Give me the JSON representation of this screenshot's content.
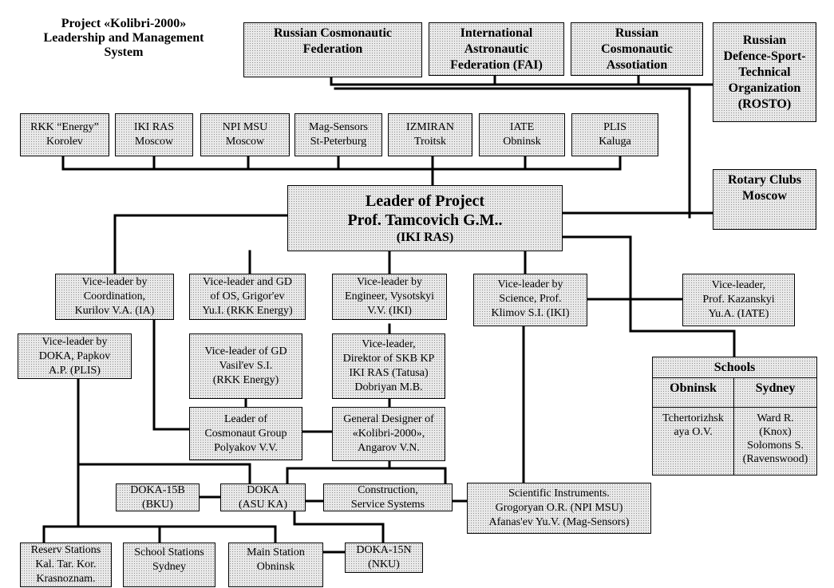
{
  "title": [
    "Project «Kolibri-2000»",
    "Leadership and Management",
    "System"
  ],
  "federations": {
    "rcf": [
      "Russian Cosmonautic",
      "Federation"
    ],
    "fai": [
      "International",
      "Astronautic",
      "Federation (FAI)"
    ],
    "rca": [
      "Russian",
      "Cosmonautic",
      "Assotiation"
    ],
    "rosto": [
      "Russian",
      "Defence-Sport-",
      "Technical",
      "Organization",
      "(ROSTO)"
    ]
  },
  "institutes": {
    "energy": [
      "RKK “Energy”",
      "Korolev"
    ],
    "iki": [
      "IKI RAS",
      "Moscow"
    ],
    "npi": [
      "NPI MSU",
      "Moscow"
    ],
    "mag": [
      "Mag-Sensors",
      "St-Peterburg"
    ],
    "izmiran": [
      "IZMIRAN",
      "Troitsk"
    ],
    "iate": [
      "IATE",
      "Obninsk"
    ],
    "plis": [
      "PLIS",
      "Kaluga"
    ]
  },
  "rotary": [
    "Rotary Clubs",
    "Moscow"
  ],
  "leader": [
    "Leader of Project",
    "Prof. Tamcovich G.M..",
    "(IKI RAS)"
  ],
  "vice": {
    "coord": [
      "Vice-leader by",
      "Coordination,",
      "Kurilov V.A. (IA)"
    ],
    "gd_os": [
      "Vice-leader and GD",
      "of OS, Grigor'ev",
      "Yu.I. (RKK Energy)"
    ],
    "engineer": [
      "Vice-leader by",
      "Engineer, Vysotskyi",
      "V.V. (IKI)"
    ],
    "science": [
      "Vice-leader by",
      "Science, Prof.",
      "Klimov S.I. (IKI)"
    ],
    "kazanskyi": [
      "Vice-leader,",
      "Prof. Kazanskyi",
      "Yu.A. (IATE)"
    ],
    "doka": [
      "Vice-leader by",
      "DOKA, Papkov",
      "A.P. (PLIS)"
    ],
    "vasilev": [
      "Vice-leader of GD",
      "Vasil'ev S.I.",
      "(RKK Energy)"
    ],
    "skb": [
      "Vice-leader,",
      "Direktor of SKB KP",
      "IKI RAS (Tatusa)",
      "Dobriyan M.B."
    ]
  },
  "cosmonaut": [
    "Leader of",
    "Cosmonaut Group",
    "Polyakov V.V."
  ],
  "general_designer": [
    "General Designer of",
    "«Kolibri-2000»,",
    "Angarov V.N."
  ],
  "units": {
    "doka15b": [
      "DOKA-15B",
      "(BKU)"
    ],
    "doka": [
      "DOKA",
      "(ASU KA)"
    ],
    "construction": [
      "Construction,",
      "Service Systems"
    ],
    "instruments": [
      "Scientific Instruments.",
      "Grogoryan O.R. (NPI MSU)",
      "Afanas'ev Yu.V. (Mag-Sensors)"
    ],
    "reserv": [
      "Reserv Stations",
      "Kal. Tar. Kor.",
      "Krasnoznam."
    ],
    "school_stations": [
      "School Stations",
      "Sydney"
    ],
    "main_station": [
      "Main Station",
      "Obninsk"
    ],
    "doka15n": [
      "DOKA-15N",
      "(NKU)"
    ]
  },
  "schools": {
    "title": "Schools",
    "columns": [
      "Obninsk",
      "Sydney"
    ],
    "obninsk": [
      "Tchertorizhsk",
      "aya O.V."
    ],
    "sydney": [
      "Ward R.",
      "(Knox)",
      "Solomons S.",
      "(Ravenswood)"
    ]
  }
}
